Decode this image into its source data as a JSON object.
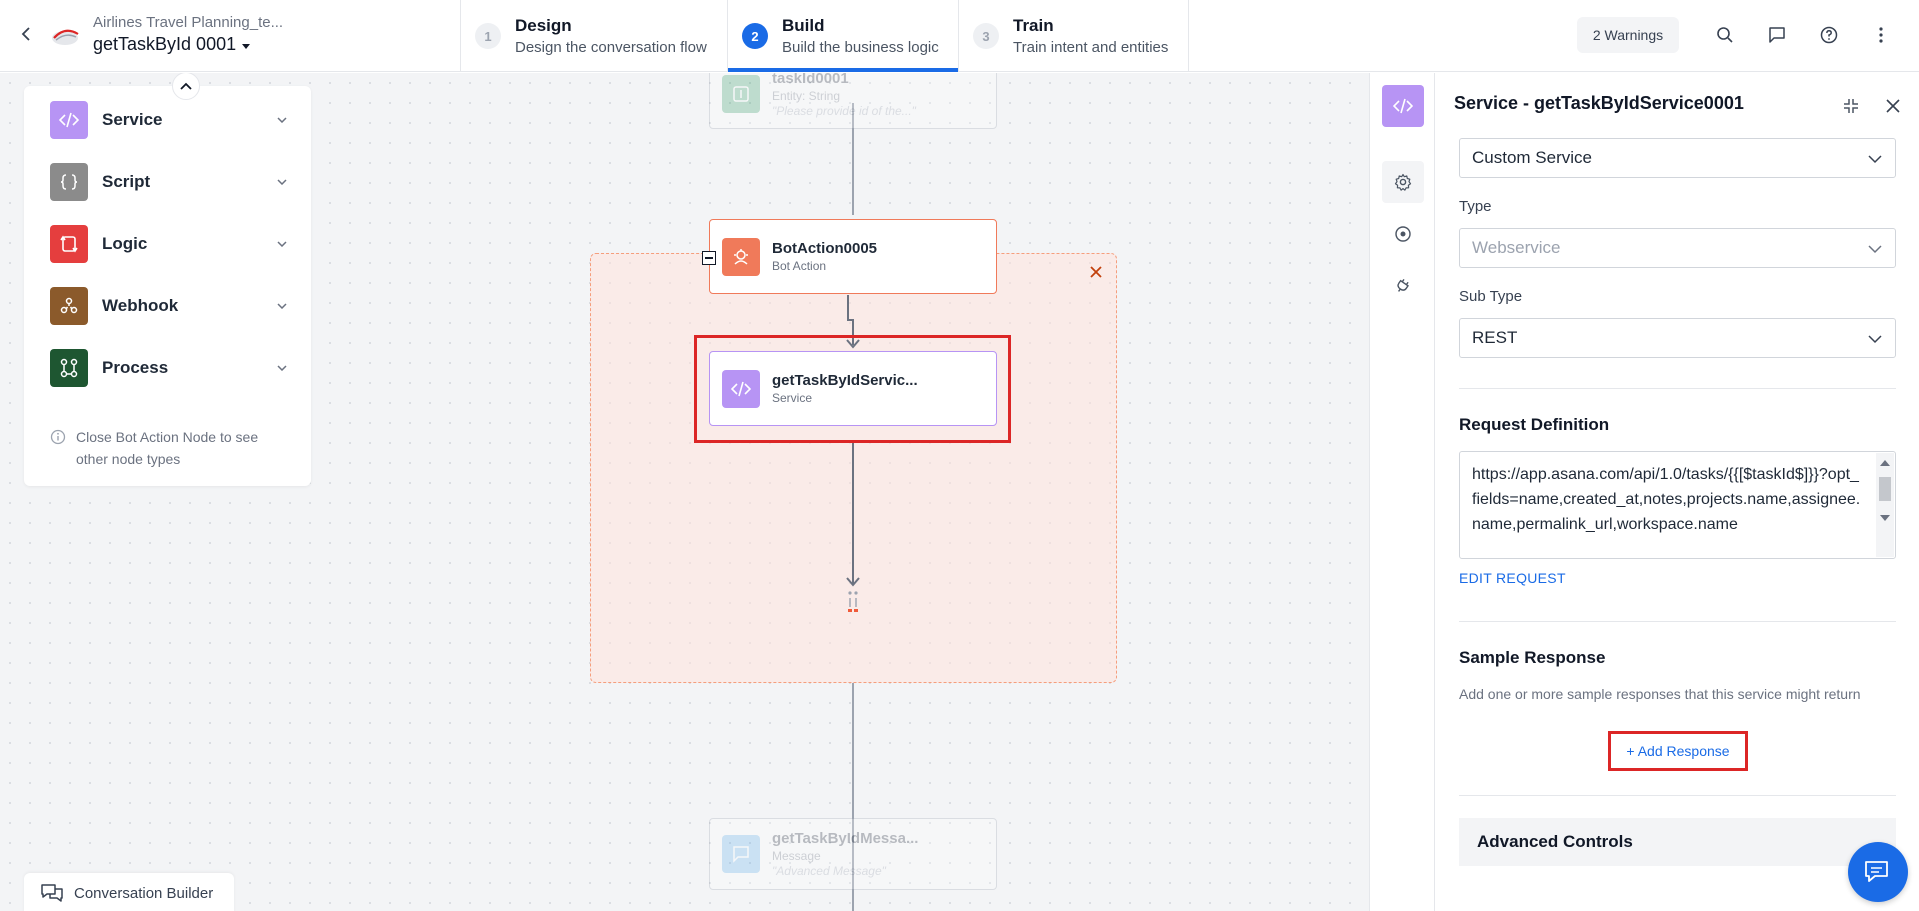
{
  "header": {
    "app_title": "Airlines Travel Planning_te...",
    "dialog_name": "getTaskById 0001",
    "steps": [
      {
        "num": "1",
        "title": "Design",
        "subtitle": "Design the conversation flow"
      },
      {
        "num": "2",
        "title": "Build",
        "subtitle": "Build the business logic"
      },
      {
        "num": "3",
        "title": "Train",
        "subtitle": "Train intent and entities"
      }
    ],
    "warnings_label": "2 Warnings"
  },
  "palette": {
    "items": [
      {
        "label": "Service",
        "color": "#b794f4"
      },
      {
        "label": "Script",
        "color": "#8b8b8b"
      },
      {
        "label": "Logic",
        "color": "#e53e3e"
      },
      {
        "label": "Webhook",
        "color": "#8b5a2b"
      },
      {
        "label": "Process",
        "color": "#1e5631"
      }
    ],
    "note": "Close Bot Action Node to see other node types"
  },
  "canvas": {
    "top_node": {
      "title": "taskId0001",
      "sub": "Entity: String",
      "sub2": "\"Please provide id of the...\""
    },
    "bot_action": {
      "title": "BotAction0005",
      "sub": "Bot Action"
    },
    "service_node": {
      "title": "getTaskByIdServic...",
      "sub": "Service"
    },
    "message_node": {
      "title": "getTaskByIdMessa...",
      "sub": "Message",
      "sub2": "\"Advanced Message\""
    },
    "conversation_builder": "Conversation Builder"
  },
  "panel": {
    "title": "Service - getTaskByIdService0001",
    "service_type_value": "Custom Service",
    "type_label": "Type",
    "type_value": "Webservice",
    "subtype_label": "Sub Type",
    "subtype_value": "REST",
    "request_definition_title": "Request Definition",
    "request_url": "https://app.asana.com/api/1.0/tasks/{{[$taskId$]}}?opt_fields=name,created_at,notes,projects.name,assignee.name,permalink_url,workspace.name",
    "edit_request": "EDIT REQUEST",
    "sample_response_title": "Sample Response",
    "sample_response_desc": "Add one or more sample responses that this service might return",
    "add_response": "+ Add Response",
    "advanced_controls": "Advanced Controls"
  },
  "colors": {
    "accent": "#1a6be6",
    "highlight": "#dc2626",
    "bot_action": "#f07a5a",
    "service": "#b794f4"
  }
}
